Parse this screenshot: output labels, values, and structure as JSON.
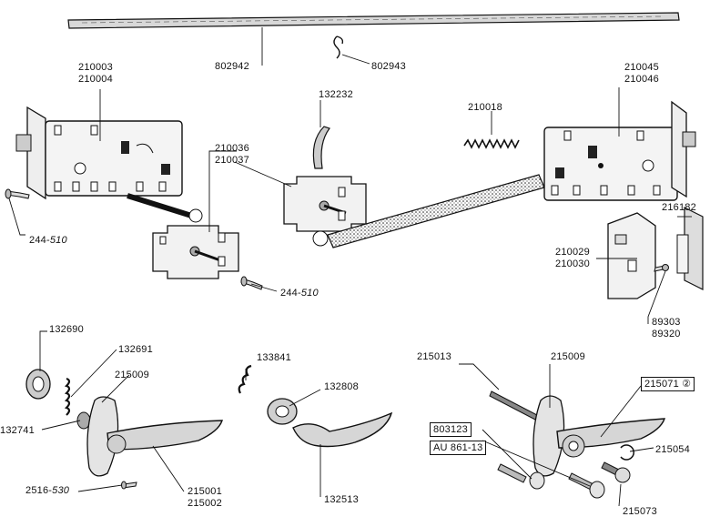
{
  "labels": {
    "p802942": "802942",
    "p802943": "802943",
    "p210003": "210003",
    "p210004": "210004",
    "p132232": "132232",
    "p210018": "210018",
    "p210045": "210045",
    "p210046": "210046",
    "p210036": "210036",
    "p210037": "210037",
    "p216182": "216182",
    "p244_left": "244-",
    "p244_left_sfx": "510",
    "p244_mid": "244-",
    "p244_mid_sfx": "510",
    "p210029": "210029",
    "p210030": "210030",
    "p89303": "89303",
    "p89320": "89320",
    "p132690": "132690",
    "p132691": "132691",
    "p215009_left": "215009",
    "p132741": "132741",
    "p2516": "2516-",
    "p2516_sfx": "530",
    "p215001": "215001",
    "p215002": "215002",
    "p133841": "133841",
    "p132808": "132808",
    "p132513": "132513",
    "p215013": "215013",
    "p215009_right": "215009",
    "p215071": "215071 ②",
    "p803123": "803123",
    "pAU861": "AU 861-13",
    "p215054": "215054",
    "p215073": "215073"
  }
}
